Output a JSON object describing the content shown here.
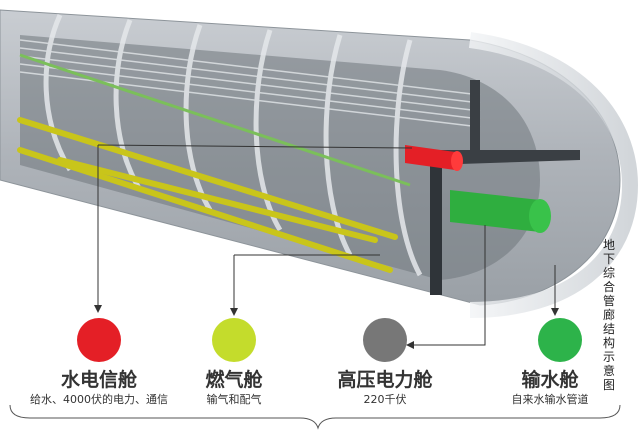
{
  "title": "地下综合管廊结构示意图",
  "compartments": [
    {
      "name": "水电信舱",
      "desc": "给水、4000伏的电力、通信",
      "color": "#e41f26"
    },
    {
      "name": "燃气舱",
      "desc": "输气和配气",
      "color": "#c4dc2c"
    },
    {
      "name": "高压电力舱",
      "desc": "220千伏",
      "color": "#777777"
    },
    {
      "name": "输水舱",
      "desc": "自来水输水管道",
      "color": "#2db34a"
    }
  ]
}
